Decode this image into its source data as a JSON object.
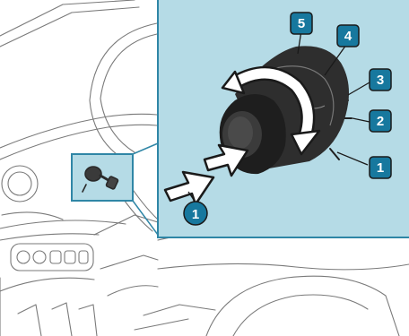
{
  "callouts": {
    "main_1": "1",
    "inset_1": "1",
    "inset_2": "2",
    "inset_3": "3",
    "inset_4": "4",
    "inset_5": "5"
  },
  "colors": {
    "inset_fill": "#b5dbe6",
    "highlight": "#2f86a6",
    "badge_fill": "#17789e",
    "badge_text": "#ffffff",
    "line_art": "#6a6a6a",
    "lever_dark": "#2a2a2a"
  },
  "icons": [
    "ignition-key-icon",
    "rotate-arrow-icon",
    "push-arrow-icon"
  ]
}
